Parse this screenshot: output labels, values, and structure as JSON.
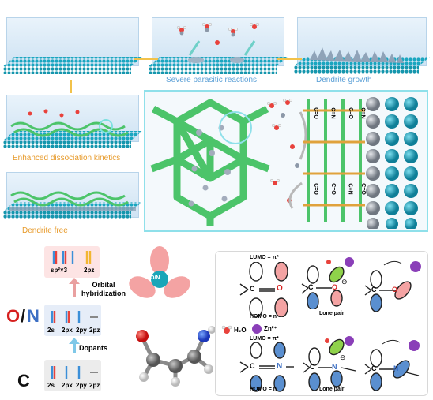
{
  "captions": {
    "parasitic": "Severe parasitic reactions",
    "dendrite_growth": "Dendrite growth",
    "enhanced": "Enhanced dissociation kinetics",
    "dendrite_free": "Dendrite free"
  },
  "hybrid": {
    "top_label": "sp²×3",
    "top_label2": "2pz",
    "arrow_label": "Orbital hybridization",
    "on_big_O": "O",
    "on_big_slash": "/",
    "on_big_N": "N",
    "on_orbitals": [
      "2s",
      "2px",
      "2py",
      "2pz"
    ],
    "dopants_label": "Dopants",
    "c_big": "C",
    "c_orbitals": [
      "2s",
      "2px",
      "2py",
      "2pz"
    ],
    "center_label": "O/N"
  },
  "mo": {
    "lumo1": "LUMO = π*",
    "homo1": "HOMO = n",
    "lone_pair1": "Lone pair",
    "h2o": "H₂O",
    "zn": "Zn²⁺",
    "lumo2": "LUMO = π*",
    "homo2": "HOMO = n",
    "lone_pair2": "Lone pair",
    "o_atom": "O",
    "n_atom": "N",
    "c_atom": "C",
    "minus": "⊖"
  },
  "bond_labels": [
    "C=O",
    "C=N",
    "C=O",
    "C=N",
    "C=O",
    "C=O",
    "C=N",
    "C=O"
  ],
  "colors": {
    "substrate": "#1aa6c0",
    "framework": "#4cc46a",
    "oxygen": "#e8423c",
    "nitrogen": "#3c6fc4",
    "zn": "#8a3fb8",
    "orbital_red": "#f4a3a3",
    "orbital_blue": "#5a8fd0",
    "orbital_green": "#8fd24a"
  }
}
